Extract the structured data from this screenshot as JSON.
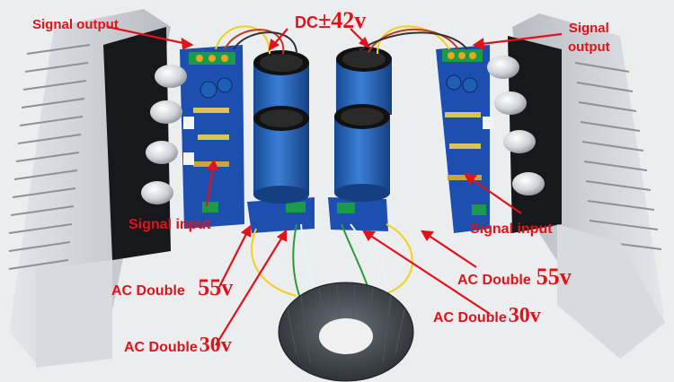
{
  "labels": {
    "signal_output_left": "Signal output",
    "signal_output_right_line1": "Signal",
    "signal_output_right_line2": "output",
    "dc": "DC",
    "dc_value": "±42v",
    "signal_input_left": "Signal input",
    "signal_input_right": "Signal input",
    "ac_double_55v_left_text": "AC Double",
    "ac_double_55v_left_value": "55v",
    "ac_double_55v_right_text": "AC Double",
    "ac_double_55v_right_value": "55v",
    "ac_double_30v_left_text": "AC Double",
    "ac_double_30v_left_value": "30v",
    "ac_double_30v_right_text": "AC Double",
    "ac_double_30v_right_value": "30v"
  },
  "colors": {
    "label_red": "#e0131a",
    "pcb_blue": "#1d4fb0",
    "capacitor_blue": "#1f5fb8",
    "heatsink": "#c9cdd2",
    "heatsink_dark": "#8d9299",
    "transformer": "#3a3f46"
  }
}
